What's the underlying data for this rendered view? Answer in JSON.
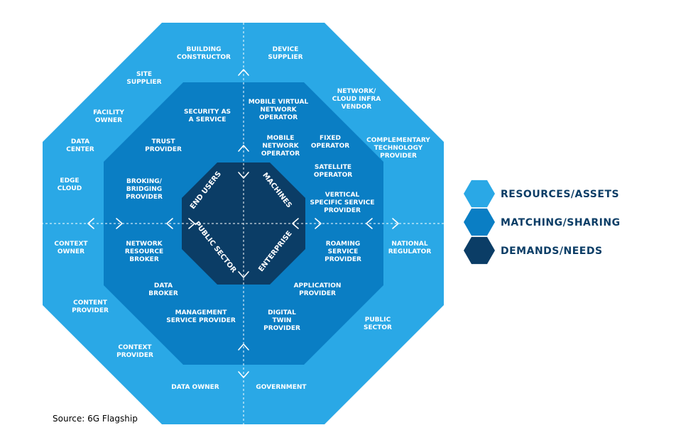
{
  "colors": {
    "outer": "#2aa8e6",
    "middle": "#0a7ec4",
    "inner": "#0b3d66",
    "legend_text": "#0b3d66"
  },
  "outer_labels": {
    "building_constructor": [
      "BUILDING",
      "CONSTRUCTOR"
    ],
    "device_supplier": [
      "DEVICE",
      "SUPPLIER"
    ],
    "site_supplier": [
      "SITE",
      "SUPPLIER"
    ],
    "network_cloud_infra_vendor": [
      "NETWORK/",
      "CLOUD INFRA",
      "VENDOR"
    ],
    "facility_owner": [
      "FACILITY",
      "OWNER"
    ],
    "complementary_technology_provider": [
      "COMPLEMENTARY",
      "TECHNOLOGY",
      "PROVIDER"
    ],
    "data_center": [
      "DATA",
      "CENTER"
    ],
    "edge_cloud": [
      "EDGE",
      "CLOUD"
    ],
    "context_owner": [
      "CONTEXT",
      "OWNER"
    ],
    "national_regulator": [
      "NATIONAL",
      "REGULATOR"
    ],
    "content_provider": [
      "CONTENT",
      "PROVIDER"
    ],
    "public_sector": [
      "PUBLIC",
      "SECTOR"
    ],
    "context_provider": [
      "CONTEXT",
      "PROVIDER"
    ],
    "data_owner": [
      "DATA OWNER"
    ],
    "government": [
      "GOVERNMENT"
    ]
  },
  "middle_labels": {
    "security_as_a_service": [
      "SECURITY AS",
      "A SERVICE"
    ],
    "mobile_virtual_network_operator": [
      "MOBILE VIRTUAL",
      "NETWORK",
      "OPERATOR"
    ],
    "trust_provider": [
      "TRUST",
      "PROVIDER"
    ],
    "mobile_network_operator": [
      "MOBILE",
      "NETWORK",
      "OPERATOR"
    ],
    "fixed_operator": [
      "FIXED",
      "OPERATOR"
    ],
    "satellite_operator": [
      "SATELLITE",
      "OPERATOR"
    ],
    "broking_bridging_provider": [
      "BROKING/",
      "BRIDGING",
      "PROVIDER"
    ],
    "vertical_specific_service_provider": [
      "VERTICAL",
      "SPECIFIC SERVICE",
      "PROVIDER"
    ],
    "network_resource_broker": [
      "NETWORK",
      "RESOURCE",
      "BROKER"
    ],
    "roaming_service_provider": [
      "ROAMING",
      "SERVICE",
      "PROVIDER"
    ],
    "data_broker": [
      "DATA",
      "BROKER"
    ],
    "application_provider": [
      "APPLICATION",
      "PROVIDER"
    ],
    "management_service_provider": [
      "MANAGEMENT",
      "SERVICE PROVIDER"
    ],
    "digital_twin_provider": [
      "DIGITAL",
      "TWIN",
      "PROVIDER"
    ]
  },
  "inner_labels": {
    "end_users": "END USERS",
    "machines": "MACHINES",
    "public_sector": "PUBLIC SECTOR",
    "enterprise": "ENTERPRISE"
  },
  "legend": [
    {
      "label": "RESOURCES/ASSETS",
      "color": "#2aa8e6"
    },
    {
      "label": "MATCHING/SHARING",
      "color": "#0a7ec4"
    },
    {
      "label": "DEMANDS/NEEDS",
      "color": "#0b3d66"
    }
  ],
  "source": "Source:  6G Flagship"
}
